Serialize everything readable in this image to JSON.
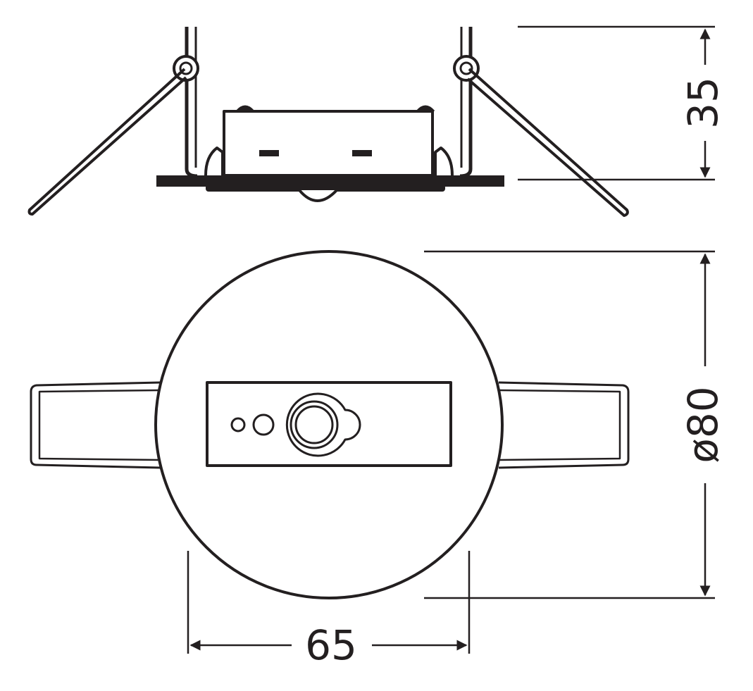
{
  "drawing": {
    "stroke_color": "#231f20",
    "fill_color": "#ffffff",
    "dimensions": {
      "height": "35",
      "diameter": "ø80",
      "cutout": "65"
    }
  }
}
